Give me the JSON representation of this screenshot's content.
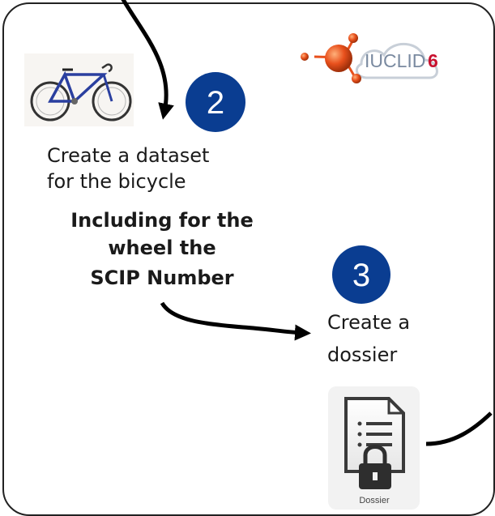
{
  "step2": {
    "number": "2",
    "line1": "Create a dataset",
    "line2": "for the bicycle",
    "bold1": "Including for the",
    "bold2": "wheel the",
    "bold3": "SCIP Number"
  },
  "step3": {
    "number": "3",
    "line1": "Create a",
    "line2": "dossier"
  },
  "logo": {
    "text": "IUCLID",
    "version": "6"
  },
  "dossier_icon": {
    "label": "Dossier"
  },
  "colors": {
    "badge": "#0a3d91",
    "logo_orange": "#e8501c",
    "logo_grey": "#7a8aa0",
    "logo_red": "#c8102e",
    "frame": "#222222"
  }
}
